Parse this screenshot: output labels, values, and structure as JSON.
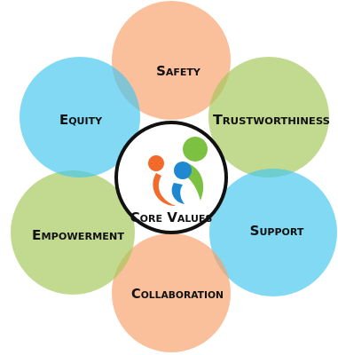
{
  "center": {
    "label": "Core Values"
  },
  "values": [
    {
      "key": "safety",
      "label": "Safety",
      "color": "#f7a06c"
    },
    {
      "key": "trustworthiness",
      "label": "Trustworthiness",
      "color": "#a5c95a"
    },
    {
      "key": "support",
      "label": "Support",
      "color": "#47c7ee"
    },
    {
      "key": "collaboration",
      "label": "Collaboration",
      "color": "#f7a06c"
    },
    {
      "key": "empowerment",
      "label": "Empowerment",
      "color": "#a5c95a"
    },
    {
      "key": "equity",
      "label": "Equity",
      "color": "#47c7ee"
    }
  ],
  "logo": {
    "colors": [
      "#f26b2a",
      "#7cc142",
      "#1e88d0"
    ]
  }
}
